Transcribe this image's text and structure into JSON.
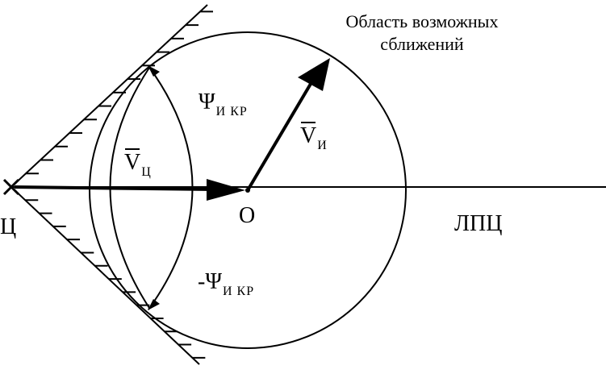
{
  "labels": {
    "target": "Ц",
    "center": "О",
    "line_of_sight": "ЛПЦ",
    "region_line1": "Область возможных",
    "region_line2": "сближений",
    "v_target_symbol": "V",
    "v_target_sub": "Ц",
    "v_interceptor_symbol": "V",
    "v_interceptor_sub": "И",
    "psi_symbol": "Ψ",
    "psi_sub": "И КР",
    "neg_psi_symbol": "-Ψ",
    "neg_psi_sub": "И КР"
  },
  "colors": {
    "ink": "#000000",
    "background": "#ffffff"
  }
}
